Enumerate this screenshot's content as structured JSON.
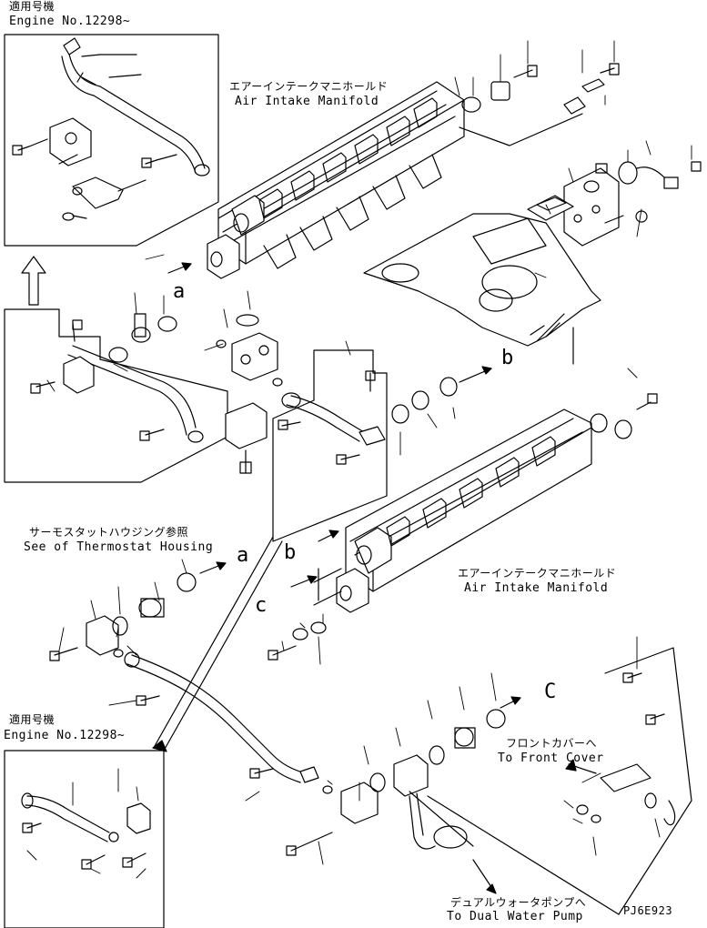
{
  "inset_top": {
    "label_jp": "適用号機",
    "label_en": "Engine No.12298~"
  },
  "inset_bottom": {
    "label_jp": "適用号機",
    "label_en": "Engine No.12298~"
  },
  "manifold_upper": {
    "label_jp": "エアーインテークマニホールド",
    "label_en": "Air Intake Manifold"
  },
  "manifold_lower": {
    "label_jp": "エアーインテークマニホールド",
    "label_en": "Air Intake Manifold"
  },
  "thermostat": {
    "label_jp": "サーモスタットハウジング参照",
    "label_en": "See of Thermostat Housing"
  },
  "front_cover": {
    "label_jp": "フロントカバーへ",
    "label_en": "To Front Cover"
  },
  "water_pump": {
    "label_jp": "デュアルウォータポンプへ",
    "label_en": "To Dual Water Pump"
  },
  "markers": {
    "a_upper": "a",
    "a_lower": "a",
    "b_upper": "b",
    "b_lower": "b",
    "c_upper": "C",
    "c_lower": "c"
  },
  "figure_code": "PJ6E923"
}
